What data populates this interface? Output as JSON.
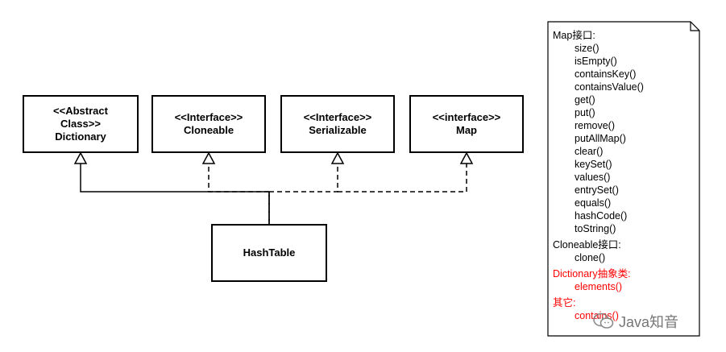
{
  "diagram": {
    "classes": {
      "dictionary": {
        "lines": [
          "<<Abstract",
          "Class>>",
          "Dictionary"
        ]
      },
      "cloneable": {
        "lines": [
          "<<Interface>>",
          "Cloneable"
        ]
      },
      "serializable": {
        "lines": [
          "<<Interface>>",
          "Serializable"
        ]
      },
      "map": {
        "lines": [
          "<<interface>>",
          "Map"
        ]
      },
      "hashtable": {
        "lines": [
          "HashTable"
        ]
      }
    }
  },
  "note": {
    "sections": [
      {
        "heading": "Map接口:",
        "color": "#000000",
        "items": [
          "size()",
          "isEmpty()",
          "containsKey()",
          "containsValue()",
          "get()",
          "put()",
          "remove()",
          "putAllMap()",
          "clear()",
          "keySet()",
          "values()",
          "entrySet()",
          "equals()",
          "hashCode()",
          "toString()"
        ]
      },
      {
        "heading": "Cloneable接口:",
        "color": "#000000",
        "items": [
          "clone()"
        ]
      },
      {
        "heading": "Dictionary抽象类:",
        "color": "#ff0000",
        "items": [
          "elements()"
        ]
      },
      {
        "heading": "其它:",
        "color": "#ff0000",
        "items": [
          "contains()"
        ]
      }
    ]
  },
  "watermark": {
    "text": "Java知音",
    "icon": "wechat-logo-icon"
  }
}
